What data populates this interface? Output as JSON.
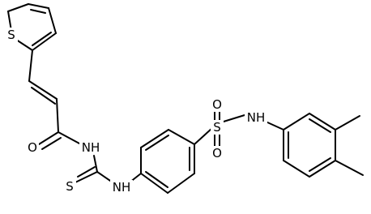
{
  "molecule": {
    "atoms": {
      "S_thiophene": "S",
      "O_carbonyl": "O",
      "NH_amide": "NH",
      "S_thiourea": "S",
      "NH_thiourea": "NH",
      "S_sulfonyl": "S",
      "O_sulfonyl_top": "O",
      "O_sulfonyl_bottom": "O",
      "NH_sulfonamide": "NH"
    }
  },
  "colors": {
    "bond": "#000000",
    "background": "#ffffff"
  }
}
